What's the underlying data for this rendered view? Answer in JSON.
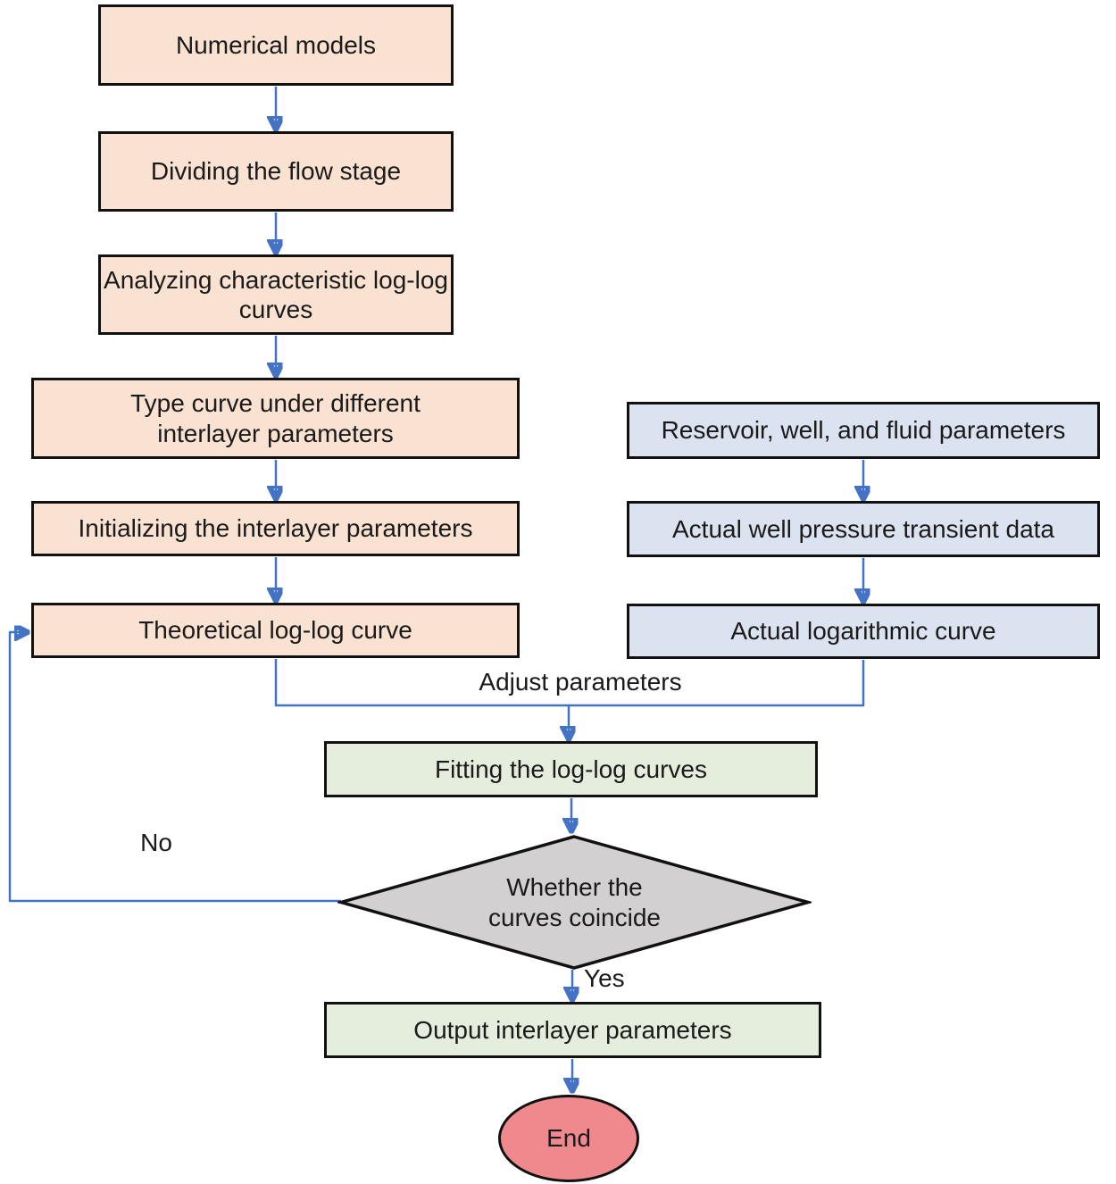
{
  "nodes": {
    "numerical_models": {
      "label": "Numerical models"
    },
    "dividing_flow_stage": {
      "label": "Dividing the flow stage"
    },
    "analyzing_loglog": {
      "label": "Analyzing characteristic log-log curves"
    },
    "type_curve": {
      "label": "Type curve under different interlayer parameters"
    },
    "initializing_params": {
      "label": "Initializing the interlayer parameters"
    },
    "theoretical_curve": {
      "label": "Theoretical log-log curve"
    },
    "reservoir_params": {
      "label": "Reservoir, well, and fluid parameters"
    },
    "actual_well_data": {
      "label": "Actual well pressure transient data"
    },
    "actual_log_curve": {
      "label": "Actual logarithmic curve"
    },
    "fitting_curves": {
      "label": "Fitting the log-log curves"
    },
    "decision_coincide": {
      "label": "Whether the curves coincide"
    },
    "output_params": {
      "label": "Output interlayer parameters"
    },
    "end": {
      "label": "End"
    }
  },
  "edge_labels": {
    "adjust_parameters": "Adjust parameters",
    "no": "No",
    "yes": "Yes"
  },
  "colors": {
    "process_fill": "#f9e2d1",
    "input_fill": "#dbe3f1",
    "result_fill": "#e5eedd",
    "decision_fill": "#d2d0d0",
    "terminator_fill": "#f0898e",
    "arrow": "#4472c4",
    "border": "#111111",
    "text": "#1a1a1a"
  }
}
